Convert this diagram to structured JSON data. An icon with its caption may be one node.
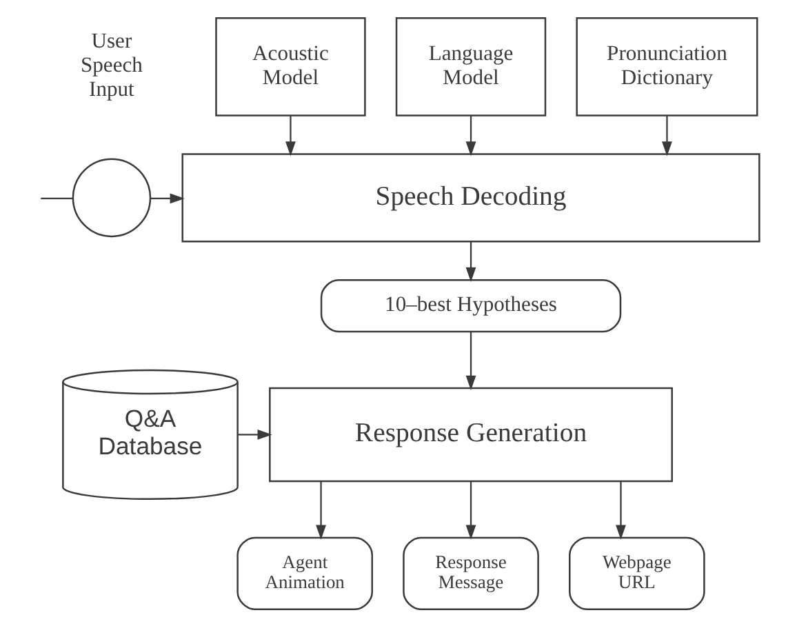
{
  "diagram": {
    "nodes": [
      {
        "text": [],
        "shape": "circle",
        "beside": [
          "User Speech Input"
        ]
      },
      {
        "text": [
          "Acoustic Model"
        ]
      },
      {
        "text": [
          "Language Model"
        ]
      },
      {
        "text": [
          "Pronunciation Dictionary"
        ]
      },
      {
        "text": [
          "Speech Decoding"
        ]
      },
      {
        "text": [
          "10–best Hypotheses"
        ]
      },
      {
        "text": [
          "Q&A Database"
        ]
      },
      {
        "text": [
          "Response Generation"
        ]
      },
      {
        "text": [
          "Agent Animation"
        ]
      },
      {
        "text": [
          "Response Message"
        ]
      },
      {
        "text": [
          "Webpage URL"
        ]
      }
    ],
    "edges": [
      {
        "from": null,
        "to": 0,
        "arrow": "none"
      },
      {
        "from": 0,
        "to": 4,
        "arrow": "to"
      },
      {
        "from": 1,
        "to": 4,
        "arrow": "to"
      },
      {
        "from": 2,
        "to": 4,
        "arrow": "to"
      },
      {
        "from": 3,
        "to": 4,
        "arrow": "to"
      },
      {
        "from": 4,
        "to": 5,
        "arrow": "to"
      },
      {
        "from": 5,
        "to": 7,
        "arrow": "to"
      },
      {
        "from": 6,
        "to": 7,
        "arrow": "to"
      },
      {
        "from": 7,
        "to": 8,
        "arrow": "to"
      },
      {
        "from": 7,
        "to": 9,
        "arrow": "to"
      },
      {
        "from": 7,
        "to": 10,
        "arrow": "to"
      }
    ]
  }
}
